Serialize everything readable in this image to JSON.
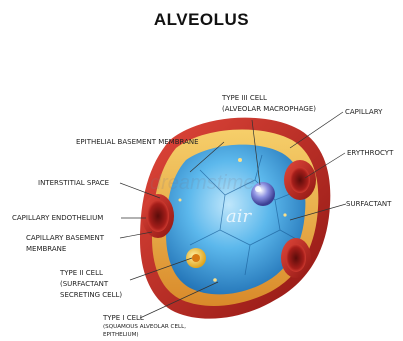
{
  "title": "ALVEOLUS",
  "air_text": "air",
  "watermark": "dreamstime",
  "labels": {
    "type3_cell": "TYPE III CELL",
    "type3_sub": "(ALVEOLAR MACROPHAGE)",
    "capillary": "CAPILLARY",
    "epithelial_bm": "EPITHELIAL BASEMENT MEMBRANE",
    "erythrocyte": "ERYTHROCYT",
    "interstitial": "INTERSTITIAL SPACE",
    "surfactant": "SURFACTANT",
    "cap_endo": "CAPILLARY ENDOTHELIUM",
    "cap_bm_1": "CAPILLARY BASEMENT",
    "cap_bm_2": "MEMBRANE",
    "type2_1": "TYPE II CELL",
    "type2_2": "(SURFACTANT",
    "type2_3": "SECRETING CELL)",
    "type1_1": "TYPE I CELL",
    "type1_2": "(SQUAMOUS ALVEOLAR CELL,",
    "type1_3": "EPITHELIUM)"
  },
  "colors": {
    "capillary_red": "#b5201c",
    "vessel_orange": "#e8a53a",
    "alveolus_blue": "#3aa3e0",
    "macrophage": "#6b6fc6",
    "type2_cell": "#f2c230",
    "leader_line": "#333333"
  }
}
